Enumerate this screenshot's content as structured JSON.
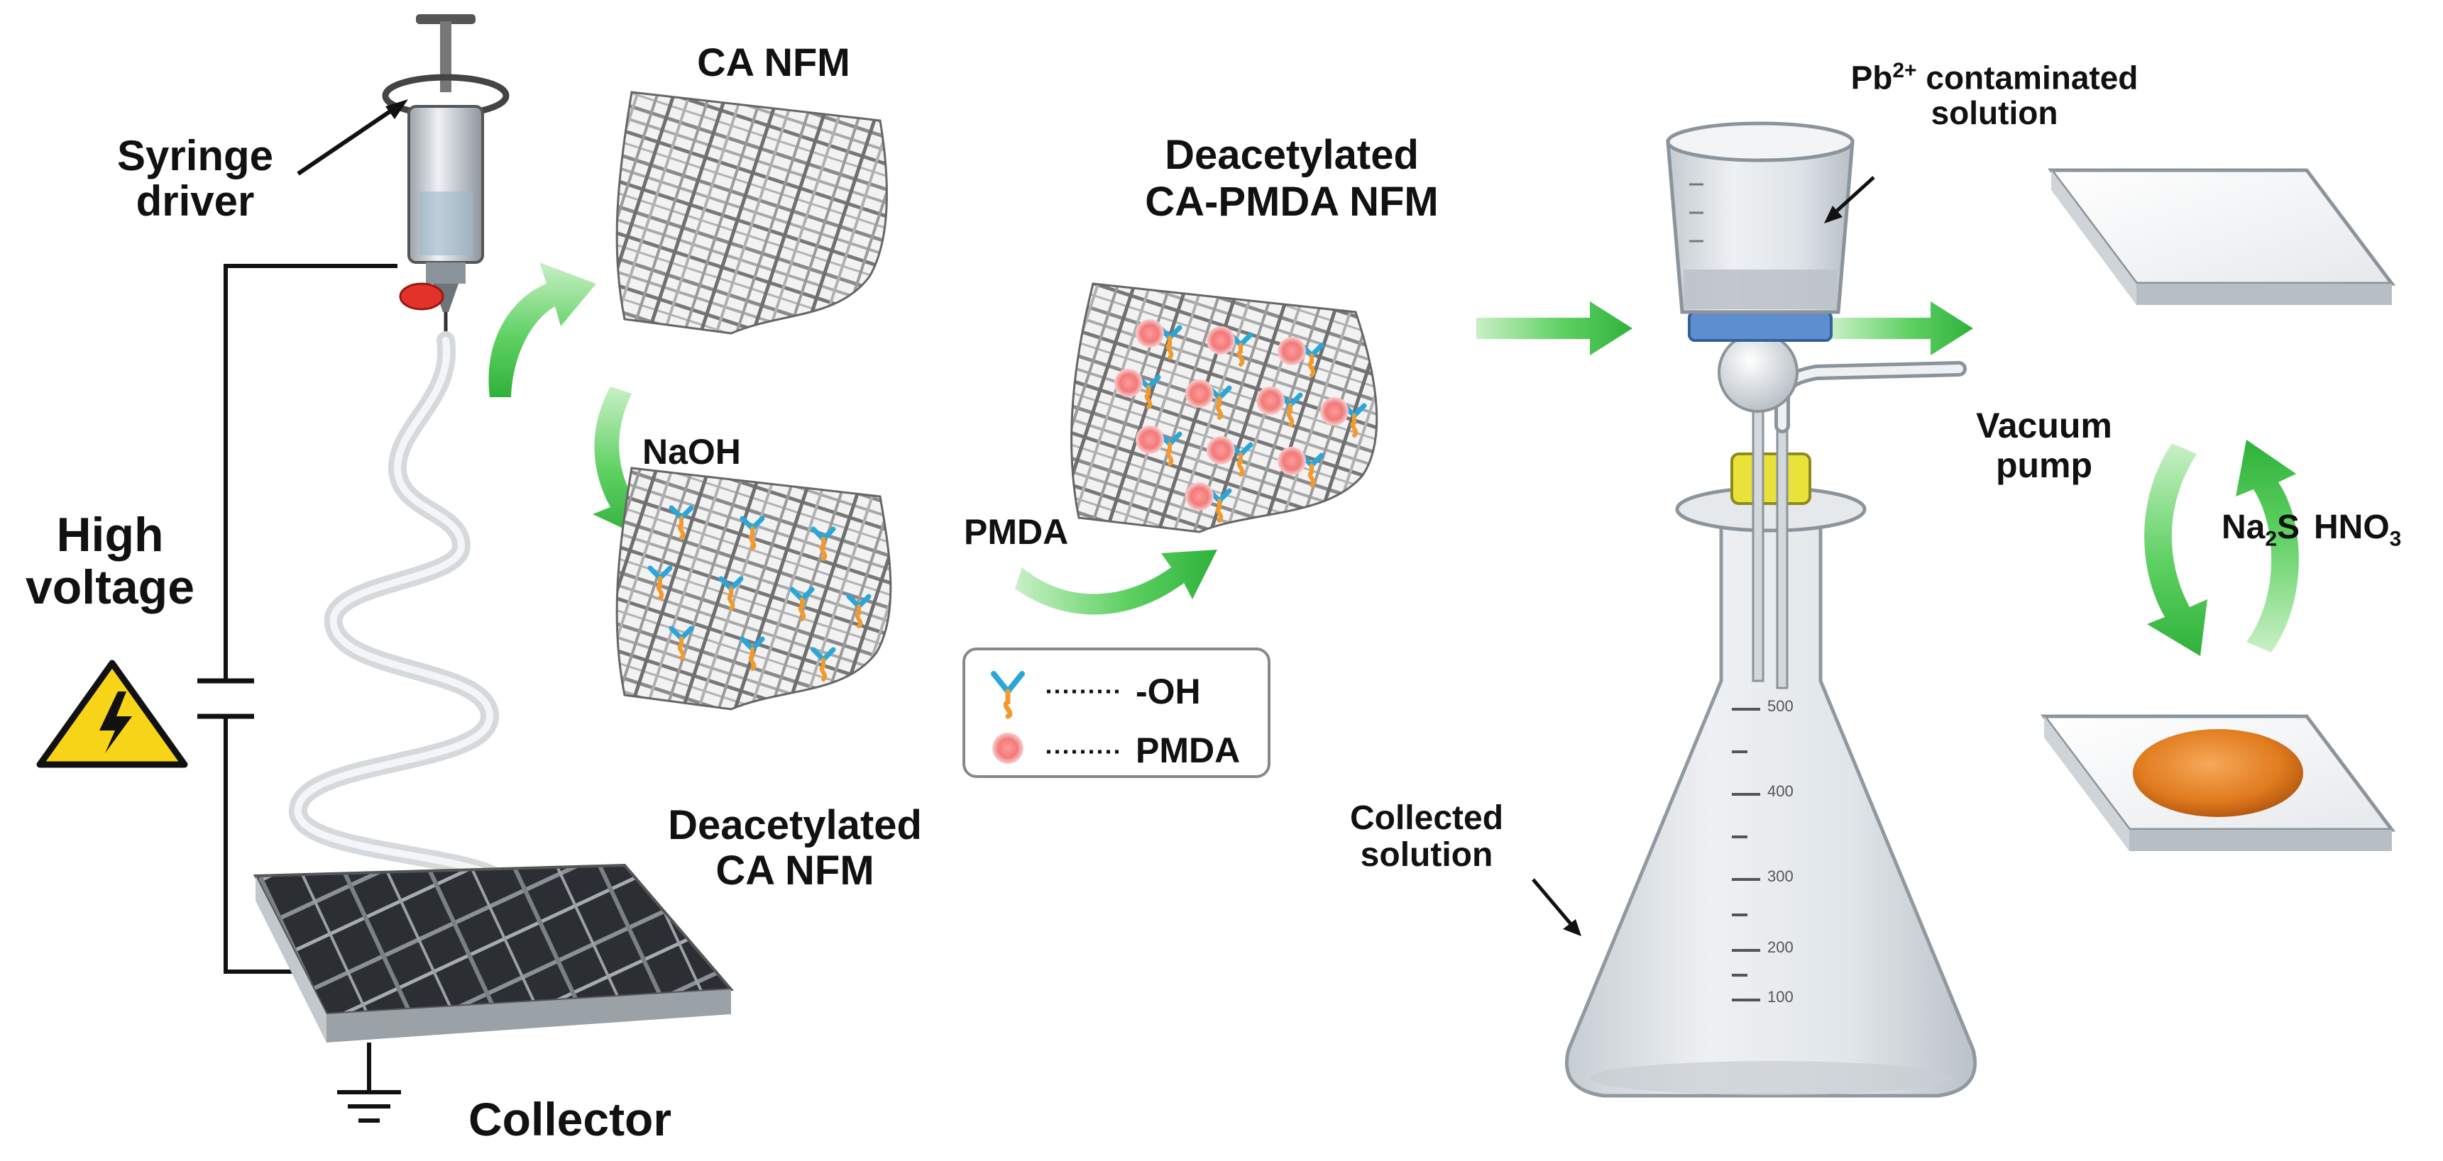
{
  "labels": {
    "syringe_driver_1": "Syringe",
    "syringe_driver_2": "driver",
    "high_voltage_1": "High",
    "high_voltage_2": "voltage",
    "collector": "Collector",
    "ca_nfm": "CA NFM",
    "naoh": "NaOH",
    "deacetylated_ca_1": "Deacetylated",
    "deacetylated_ca_2": "CA NFM",
    "pmda": "PMDA",
    "deacetylated_pmda_1": "Deacetylated",
    "deacetylated_pmda_2": "CA-PMDA NFM",
    "pb_contaminated_1_prefix": "Pb",
    "pb_contaminated_1_sup": "2+",
    "pb_contaminated_1_suffix": " contaminated",
    "pb_contaminated_2": "solution",
    "vacuum_1": "Vacuum",
    "vacuum_2": "pump",
    "collected_1": "Collected",
    "collected_2": "solution",
    "na2s_prefix": "Na",
    "na2s_sub": "2",
    "na2s_suffix": "S",
    "hno3_prefix": "HNO",
    "hno3_sub": "3"
  },
  "legend": {
    "oh_label": "-OH",
    "pmda_label": "PMDA",
    "oh_color": "#2aa7d8",
    "pmda_color": "#f08a8a"
  },
  "flask_marks": [
    "500",
    "400",
    "300",
    "200",
    "100"
  ],
  "colors": {
    "arrow_green": "#3cc04a",
    "oh_blue": "#2aa7d8",
    "linker_orange": "#f29a2e",
    "pmda_pink": "#f28a8a",
    "pb_deposit": "#e07b1e",
    "warning_yellow": "#f7d417",
    "syringe_tip_red": "#e2332a"
  }
}
